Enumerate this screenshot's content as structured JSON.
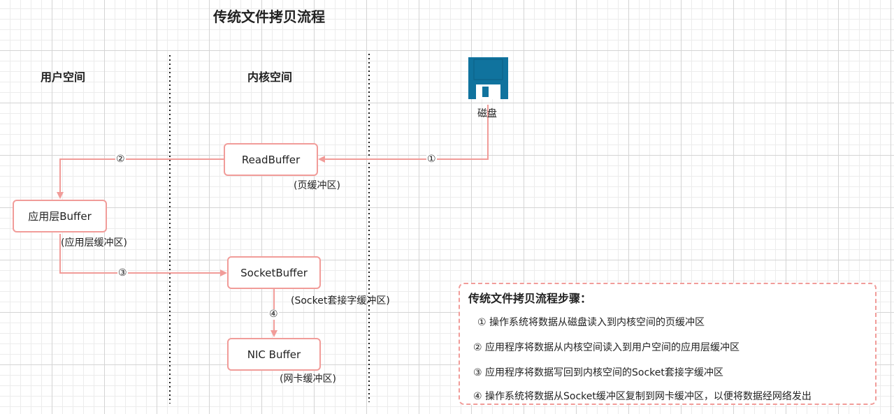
{
  "title": "传统文件拷贝流程",
  "regions": {
    "user_space": "用户空间",
    "kernel_space": "内核空间"
  },
  "disk": {
    "label": "磁盘",
    "icon": "floppy-disk-icon",
    "color": "#10739e"
  },
  "boxes": {
    "read_buffer": {
      "label": "ReadBuffer",
      "note": "(页缓冲区)"
    },
    "app_buffer": {
      "label": "应用层Buffer",
      "note": "(应用层缓冲区)"
    },
    "socket_buffer": {
      "label": "SocketBuffer",
      "note": "(Socket套接字缓冲区)"
    },
    "nic_buffer": {
      "label": "NIC Buffer",
      "note": "(网卡缓冲区)"
    }
  },
  "arrows": {
    "step1": "①",
    "step2": "②",
    "step3": "③",
    "step4": "④"
  },
  "legend": {
    "title": "传统文件拷贝流程步骤：",
    "steps": [
      "① 操作系统将数据从磁盘读入到内核空间的页缓冲区",
      "② 应用程序将数据从内核空间读入到用户空间的应用层缓冲区",
      "③ 应用程序将数据写回到内核空间的Socket套接字缓冲区",
      "④ 操作系统将数据从Socket缓冲区复制到网卡缓冲区，以便将数据经网络发出"
    ]
  },
  "colors": {
    "accent": "#f19c99",
    "divider": "#222222",
    "disk": "#10739e"
  }
}
